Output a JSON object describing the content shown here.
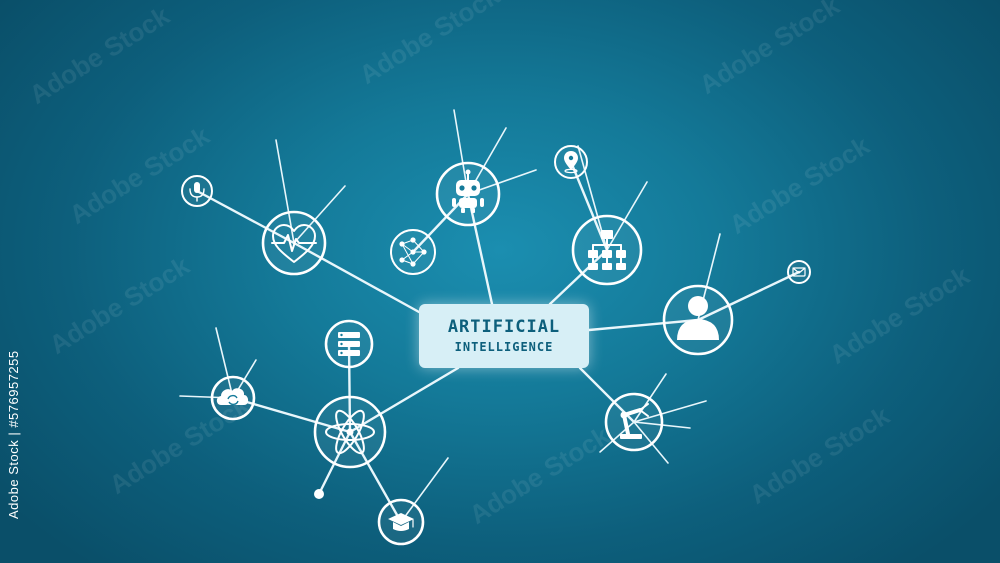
{
  "central": {
    "line1": "ARTIFICIAL",
    "line2": "INTELLIGENCE"
  },
  "stock_id": "576957255",
  "watermark_text": "Adobe Stock",
  "colors": {
    "background": "#147a99",
    "line": "#e8f6fb",
    "box": "#d7eff6",
    "box_text": "#0d5f7c"
  },
  "nodes": [
    {
      "name": "robot-icon"
    },
    {
      "name": "hierarchy-icon"
    },
    {
      "name": "user-icon"
    },
    {
      "name": "robotic-arm-icon"
    },
    {
      "name": "heart-pulse-icon"
    },
    {
      "name": "atom-icon"
    },
    {
      "name": "neural-network-icon"
    },
    {
      "name": "location-pin-icon"
    },
    {
      "name": "microphone-icon"
    },
    {
      "name": "email-icon"
    },
    {
      "name": "server-icon"
    },
    {
      "name": "cloud-sync-icon"
    },
    {
      "name": "graduation-cap-icon"
    }
  ]
}
